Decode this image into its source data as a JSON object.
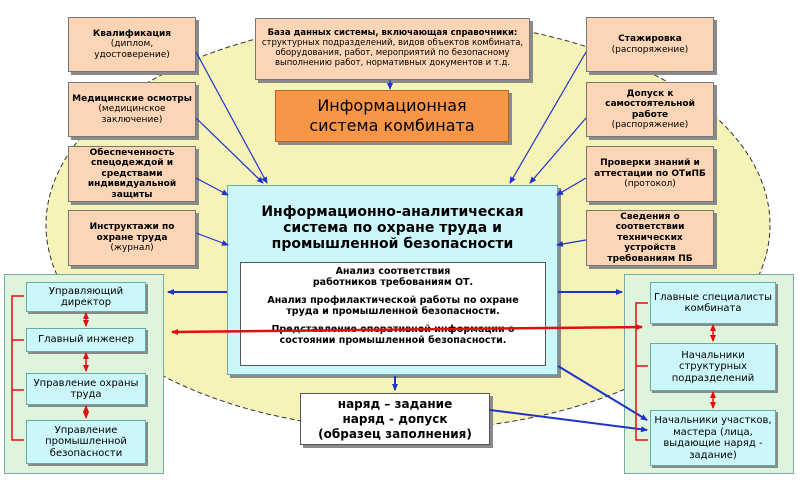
{
  "title_box": {
    "line1": "Информационная",
    "line2": "система комбината"
  },
  "database_box": {
    "title": "База данных системы, включающая справочники:",
    "line1": "структурных подразделений, видов объектов комбината,",
    "line2": "оборудования, работ, мероприятий по безопасному",
    "line3": "выполнению работ, нормативных документов и т.д."
  },
  "left_inputs": [
    {
      "title": "Квалификация",
      "sub": "(диплом, удостоверение)"
    },
    {
      "title": "Медицинские осмотры",
      "sub": "(медицинское заключение)"
    },
    {
      "title": "Обеспеченность спецодеждой и средствами индивидуальной защиты",
      "sub": ""
    },
    {
      "title": "Инструктажи по охране труда",
      "sub": "(журнал)"
    }
  ],
  "right_inputs": [
    {
      "title": "Стажировка",
      "sub": "(распоряжение)"
    },
    {
      "title": "Допуск к самостоятельной работе",
      "sub": "(распоряжение)"
    },
    {
      "title": "Проверки знаний и аттестации по ОТиПБ",
      "sub": "(протокол)"
    },
    {
      "title": "Сведения о соответствии технических устройств требованиям ПБ",
      "sub": ""
    }
  ],
  "main_system": {
    "line1": "Информационно-аналитическая",
    "line2": "система по охране труда и",
    "line3": "промышленной безопасности"
  },
  "analysis": [
    "Анализ соответствия работников требованиям ОТ.",
    "Анализ профилактической работы по охране труда и промышленной безопасности.",
    "Представление оперативной информации о состоянии промышленной безопасности."
  ],
  "order_box": {
    "line1": "наряд – задание",
    "line2": "наряд - допуск",
    "line3": "(образец заполнения)"
  },
  "left_roles": [
    "Управляющий директор",
    "Главный инженер",
    "Управление охраны труда",
    "Управление промышленной безопасности"
  ],
  "right_roles": [
    "Главные специалисты комбината",
    "Начальники структурных подразделений",
    "Начальники участков, мастера (лица, выдающие наряд - задание)"
  ],
  "colors": {
    "ellipse": "#f6f3b9",
    "input_fill": "#fbd5b5",
    "title_fill": "#f79646",
    "system_fill": "#ccf7fa",
    "side_panel_fill": "#dff4dd",
    "arrow_blue": "#1f33c9",
    "arrow_red": "#e01010"
  }
}
